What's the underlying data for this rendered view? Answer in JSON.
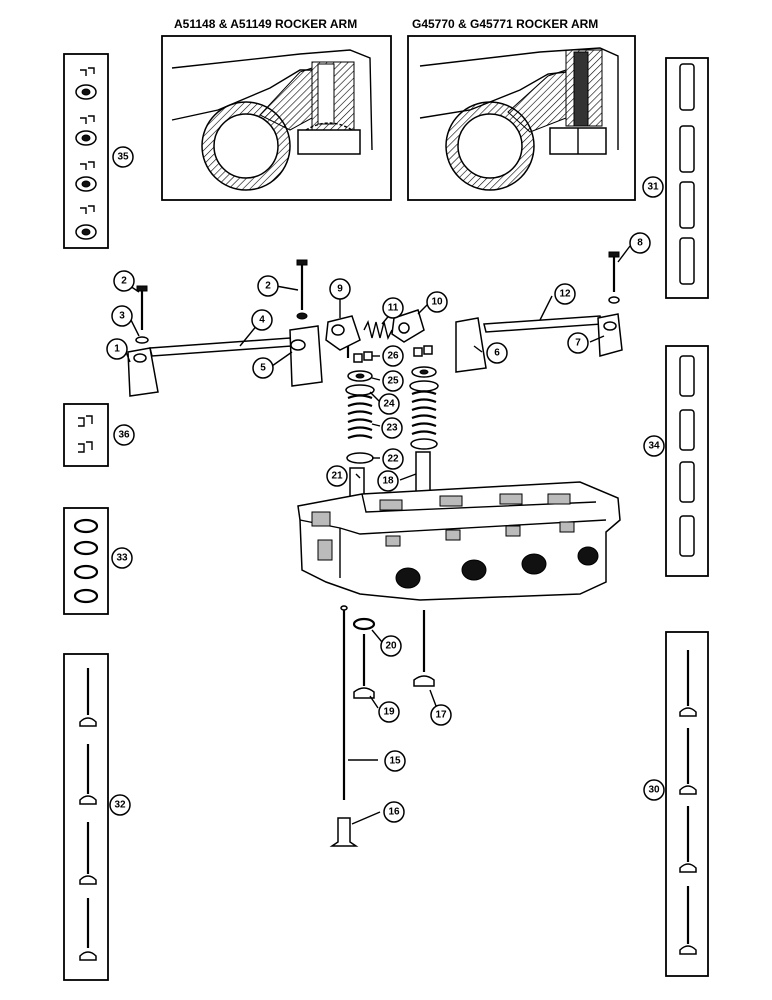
{
  "headers": {
    "left": "A51148 & A51149 ROCKER ARM",
    "right": "G45770 & G45771 ROCKER ARM"
  },
  "callouts": [
    "1",
    "2",
    "3",
    "4",
    "5",
    "6",
    "7",
    "8",
    "9",
    "10",
    "11",
    "12",
    "15",
    "16",
    "17",
    "18",
    "19",
    "20",
    "21",
    "22",
    "23",
    "24",
    "25",
    "26",
    "30",
    "31",
    "32",
    "33",
    "34",
    "35",
    "36"
  ]
}
